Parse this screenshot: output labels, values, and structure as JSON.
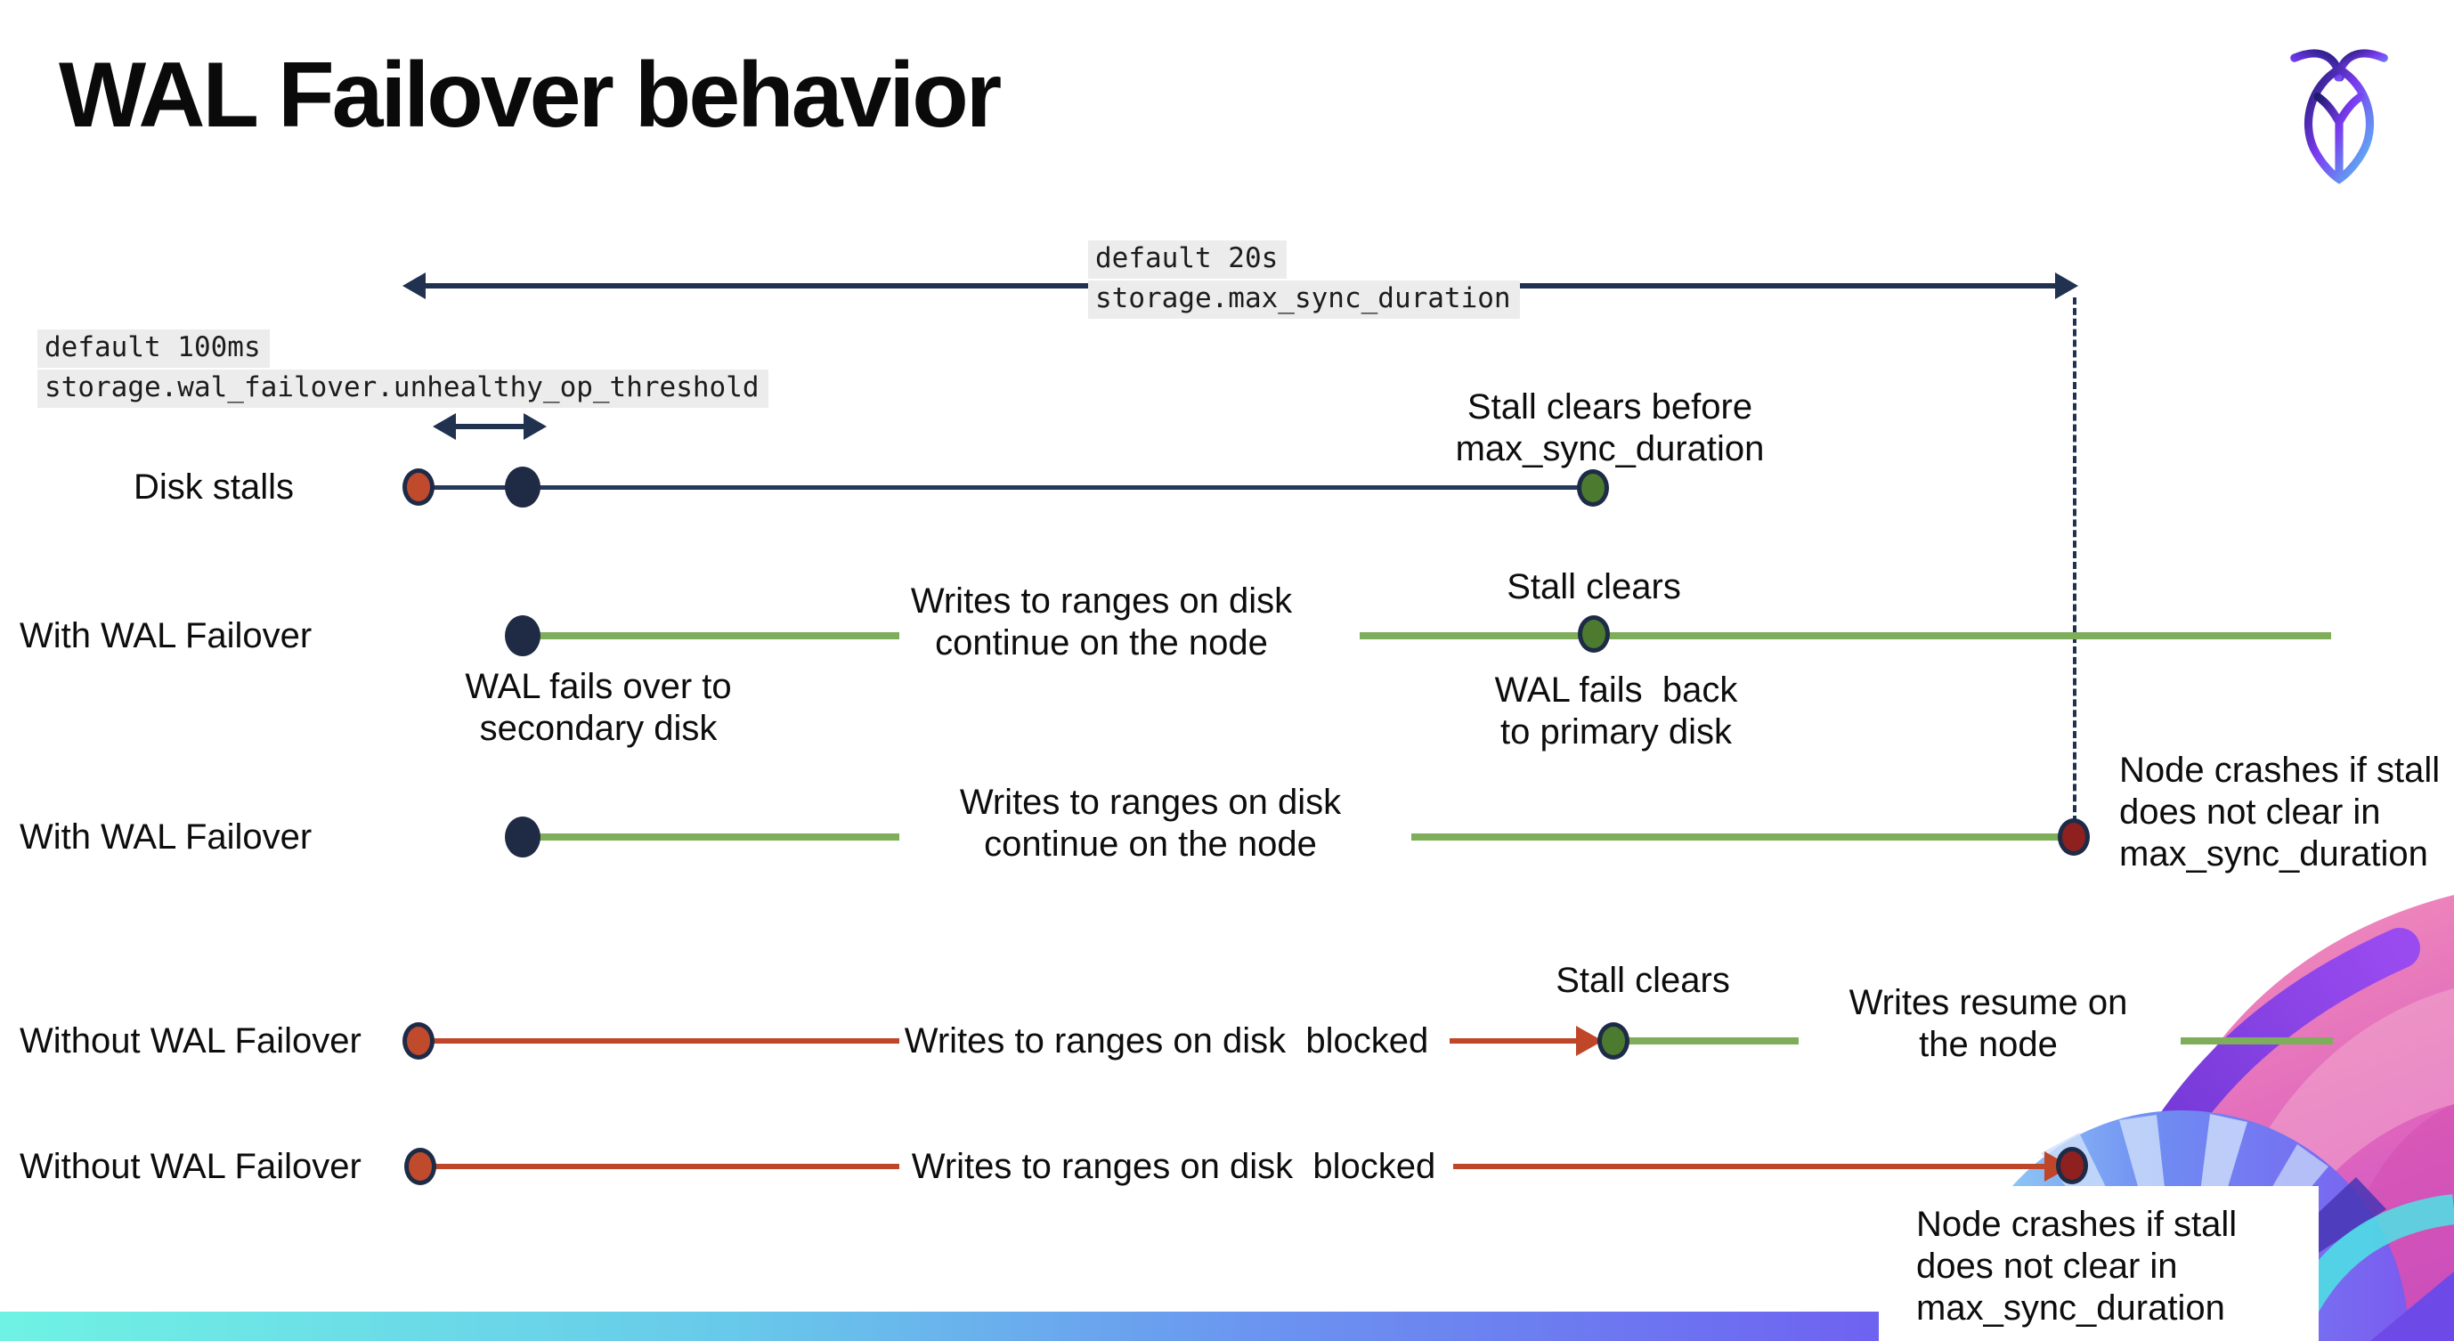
{
  "title": "WAL Failover behavior",
  "logo": {
    "name": "cockroachdb-logo"
  },
  "settings": {
    "max_sync_duration": {
      "default_label": "default 20s",
      "setting_name": "storage.max_sync_duration"
    },
    "unhealthy_op_threshold": {
      "default_label": "default 100ms",
      "setting_name": "storage.wal_failover.unhealthy_op_threshold"
    }
  },
  "rows": {
    "disk_stalls": {
      "label": "Disk stalls",
      "stall_clears_note": "Stall clears before\nmax_sync_duration"
    },
    "with_failover_clears": {
      "label": "With WAL Failover",
      "writes_note": "Writes to ranges on disk\ncontinue on the node",
      "stall_clears": "Stall clears",
      "fails_over_note": "WAL fails over to\nsecondary disk",
      "fails_back_note": "WAL fails  back\nto primary disk"
    },
    "with_failover_crash": {
      "label": "With WAL Failover",
      "writes_note": "Writes to ranges on disk\ncontinue on the node",
      "crash_note": "Node crashes if stall\ndoes not clear in\nmax_sync_duration"
    },
    "without_failover_clears": {
      "label": "Without WAL Failover",
      "writes_note": "Writes to ranges on disk  blocked",
      "stall_clears": "Stall clears",
      "resume_note": "Writes resume on\nthe node"
    },
    "without_failover_crash": {
      "label": "Without WAL Failover",
      "writes_note": "Writes to ranges on disk  blocked",
      "crash_note": "Node crashes if stall\ndoes not clear in\nmax_sync_duration"
    }
  },
  "colors": {
    "navy": "#203250",
    "green_line": "#7FAE5B",
    "green_dot": "#4C7A2E",
    "red_dot": "#BF4A2C",
    "red_line": "#C0462A",
    "dark_red_dot": "#8E2020",
    "code_chip_bg": "#ECECEC",
    "bottom_bar_gradient": [
      "#6FF2E3",
      "#6B93F0",
      "#7450EF"
    ]
  }
}
